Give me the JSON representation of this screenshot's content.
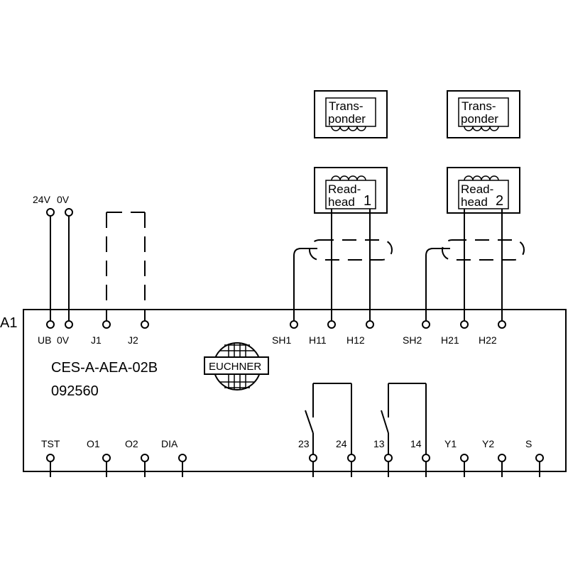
{
  "module": {
    "label": "A1",
    "model": "CES-A-AEA-02B",
    "order_number": "092560",
    "brand": "EUCHNER"
  },
  "supply": {
    "v24": "24V",
    "v0": "0V"
  },
  "top_terminals": {
    "ub": "UB",
    "zero_v": "0V",
    "j1": "J1",
    "j2": "J2",
    "sh1": "SH1",
    "h11": "H11",
    "h12": "H12",
    "sh2": "SH2",
    "h21": "H21",
    "h22": "H22"
  },
  "bottom_terminals": {
    "tst": "TST",
    "o1": "O1",
    "o2": "O2",
    "dia": "DIA",
    "t23": "23",
    "t24": "24",
    "t13": "13",
    "t14": "14",
    "y1": "Y1",
    "y2": "Y2",
    "s": "S"
  },
  "transponder_1": {
    "line1": "Trans-",
    "line2": "ponder"
  },
  "transponder_2": {
    "line1": "Trans-",
    "line2": "ponder"
  },
  "readhead_1": {
    "line1": "Read-",
    "line2": "head",
    "number": "1"
  },
  "readhead_2": {
    "line1": "Read-",
    "line2": "head",
    "number": "2"
  }
}
